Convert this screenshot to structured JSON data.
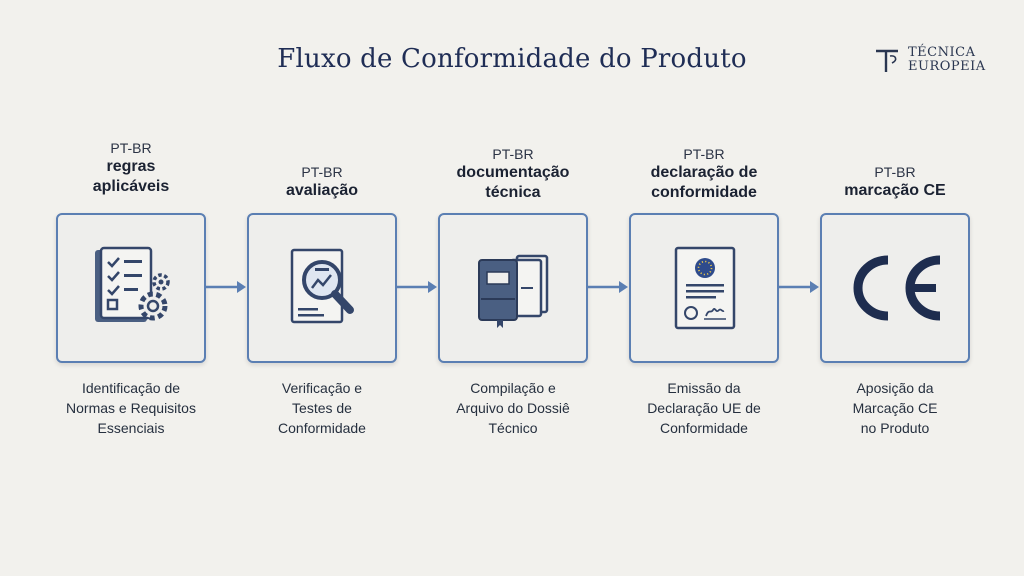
{
  "title": "Fluxo de Conformidade do Produto",
  "logo": {
    "line1": "TÉCNICA",
    "line2": "EUROPEIA"
  },
  "colors": {
    "accent": "#5b7fb3",
    "navy": "#1f2d55",
    "background": "#f2f1ed"
  },
  "steps": [
    {
      "code": "PT-BR",
      "name_line1": "regras",
      "name_line2": "aplicáveis",
      "icon": "rules-document-gears-icon",
      "desc_line1": "Identificação de",
      "desc_line2": "Normas e Requisitos",
      "desc_line3": "Essenciais"
    },
    {
      "code": "PT-BR",
      "name_line1": "avaliação",
      "name_line2": "",
      "icon": "magnifier-document-icon",
      "desc_line1": "Verificação e",
      "desc_line2": "Testes de",
      "desc_line3": "Conformidade"
    },
    {
      "code": "PT-BR",
      "name_line1": "documentação",
      "name_line2": "técnica",
      "icon": "technical-dossier-icon",
      "desc_line1": "Compilação e",
      "desc_line2": "Arquivo do Dossiê",
      "desc_line3": "Técnico"
    },
    {
      "code": "PT-BR",
      "name_line1": "declaração de",
      "name_line2": "conformidade",
      "icon": "eu-declaration-certificate-icon",
      "desc_line1": "Emissão da",
      "desc_line2": "Declaração UE de",
      "desc_line3": "Conformidade"
    },
    {
      "code": "PT-BR",
      "name_line1": "marcação CE",
      "name_line2": "",
      "icon": "ce-mark-icon",
      "desc_line1": "Aposição da",
      "desc_line2": "Marcação CE",
      "desc_line3": "no Produto"
    }
  ]
}
